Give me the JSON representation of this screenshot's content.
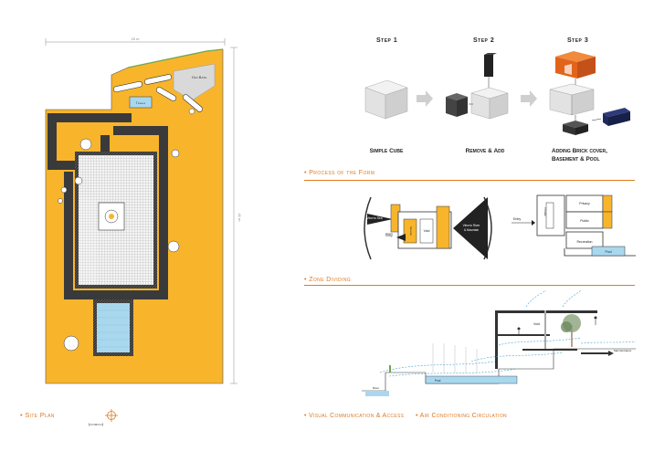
{
  "site_plan": {
    "caption": "Site Plan",
    "dim_top": "20 m",
    "dim_right": "41 m",
    "label_old_bath": "Old Bath",
    "label_terrace": "Terrace"
  },
  "steps": {
    "step1": {
      "label": "Step 1",
      "caption": "Simple Cube"
    },
    "step2": {
      "label": "Step 2",
      "caption": "Remove & Add"
    },
    "step3": {
      "label": "Step 3",
      "caption_line1": "Adding Brick cover,",
      "caption_line2": "Basement & Pool"
    }
  },
  "process": {
    "title": "Process of the Form",
    "view_to_sea": "View to Sea",
    "entry": "Entry",
    "view_to_river_line1": "View to River",
    "view_to_river_line2": "& Mountain",
    "entry_right": "Entry",
    "privacy": "Privacy",
    "public": "Public",
    "recreation": "Recreation",
    "pool": "Pool",
    "private_label": "Private",
    "service": "Service",
    "void": "Void"
  },
  "zone": {
    "title": "Zone Dividing",
    "void": "Void",
    "pool": "Pool",
    "main_entrance": "Main Entrance",
    "river": "River",
    "caption_left": "Visual Communication & Access",
    "caption_right": "Air Conditioning Circulation"
  },
  "colors": {
    "accent": "#e07a1f",
    "plan_fill": "#f8b52c",
    "dark": "#2a2a2a",
    "pool_blue": "#a9d8ee",
    "brick_orange": "#e2641b",
    "navy": "#1f2a5c"
  }
}
